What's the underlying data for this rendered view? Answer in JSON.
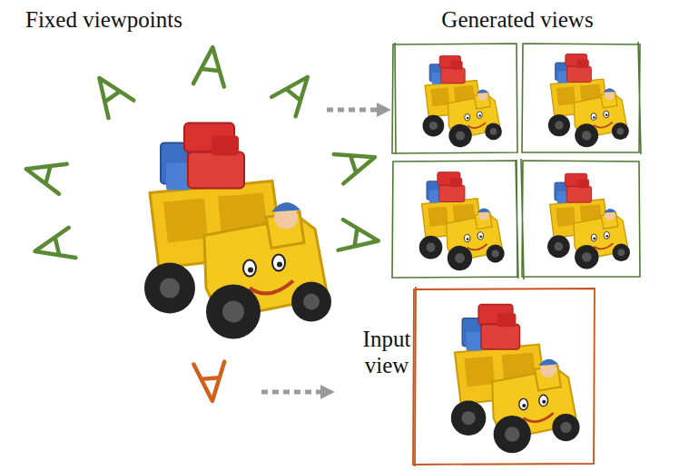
{
  "diagram": {
    "nodes": [
      {
        "text": [
          "Generated views"
        ]
      },
      {
        "text": [
          "Input view"
        ]
      }
    ],
    "labels": [
      "Fixed viewpoints"
    ]
  }
}
